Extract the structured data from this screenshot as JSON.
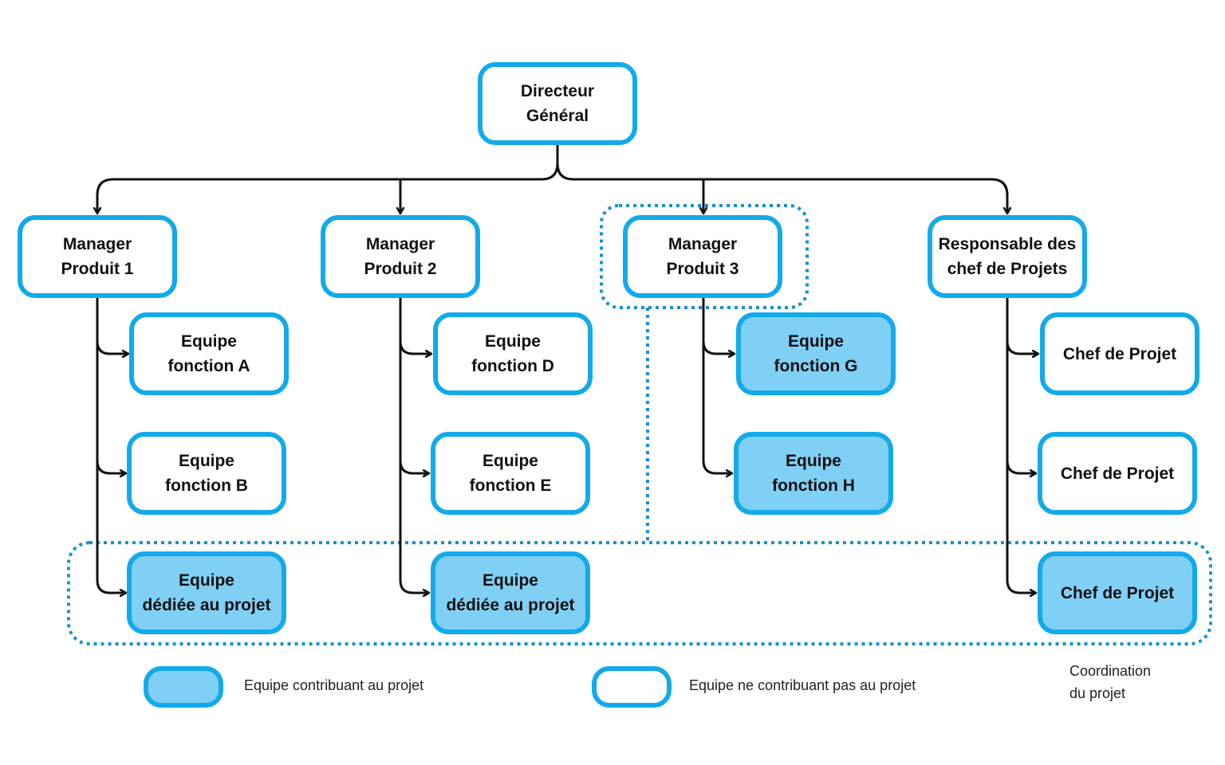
{
  "colors": {
    "border": "#12aaea",
    "contributing_fill": "#80d0f5",
    "non_contributing_fill": "#ffffff",
    "connector": "#111111",
    "dotted": "#1b8fd0"
  },
  "nodes": {
    "dg": {
      "label": "Directeur\nGénéral",
      "contributes": false
    },
    "mp1": {
      "label": "Manager\nProduit 1",
      "contributes": false
    },
    "mp2": {
      "label": "Manager\nProduit 2",
      "contributes": false
    },
    "mp3": {
      "label": "Manager\nProduit 3",
      "contributes": false
    },
    "rcp": {
      "label": "Responsable des\nchef de Projets",
      "contributes": false
    },
    "efa": {
      "label": "Equipe\nfonction A",
      "contributes": false
    },
    "efb": {
      "label": "Equipe\nfonction B",
      "contributes": false
    },
    "edp1": {
      "label": "Equipe\ndédiée au projet",
      "contributes": true
    },
    "efd": {
      "label": "Equipe\nfonction D",
      "contributes": false
    },
    "efe": {
      "label": "Equipe\nfonction E",
      "contributes": false
    },
    "edp2": {
      "label": "Equipe\ndédiée au projet",
      "contributes": true
    },
    "efg": {
      "label": "Equipe\nfonction G",
      "contributes": true
    },
    "efh": {
      "label": "Equipe\nfonction H",
      "contributes": true
    },
    "cp1": {
      "label": "Chef de Projet",
      "contributes": false
    },
    "cp2": {
      "label": "Chef de Projet",
      "contributes": false
    },
    "cp3": {
      "label": "Chef de Projet",
      "contributes": true
    }
  },
  "legend": {
    "contributing": "Equipe contribuant au projet",
    "non_contributing": "Equipe ne contribuant pas au projet",
    "coordination": "Coordination\ndu projet"
  }
}
